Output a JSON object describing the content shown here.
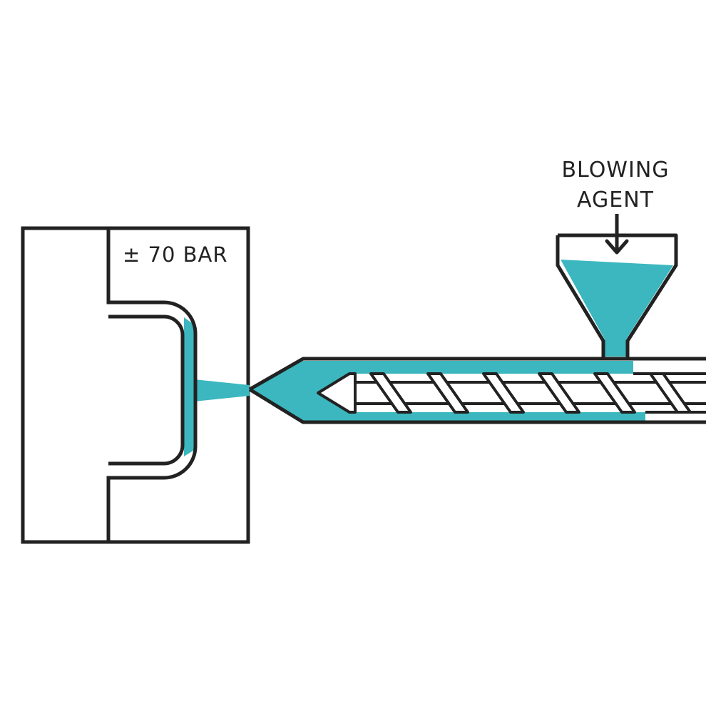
{
  "labels": {
    "pressure": "± 70 BAR",
    "blowing_agent_line1": "BLOWING",
    "blowing_agent_line2": "AGENT"
  },
  "colors": {
    "melt": "#3cb7bf",
    "stroke": "#222222",
    "background": "#ffffff"
  },
  "icons": {
    "arrow": "arrow-down-icon"
  }
}
